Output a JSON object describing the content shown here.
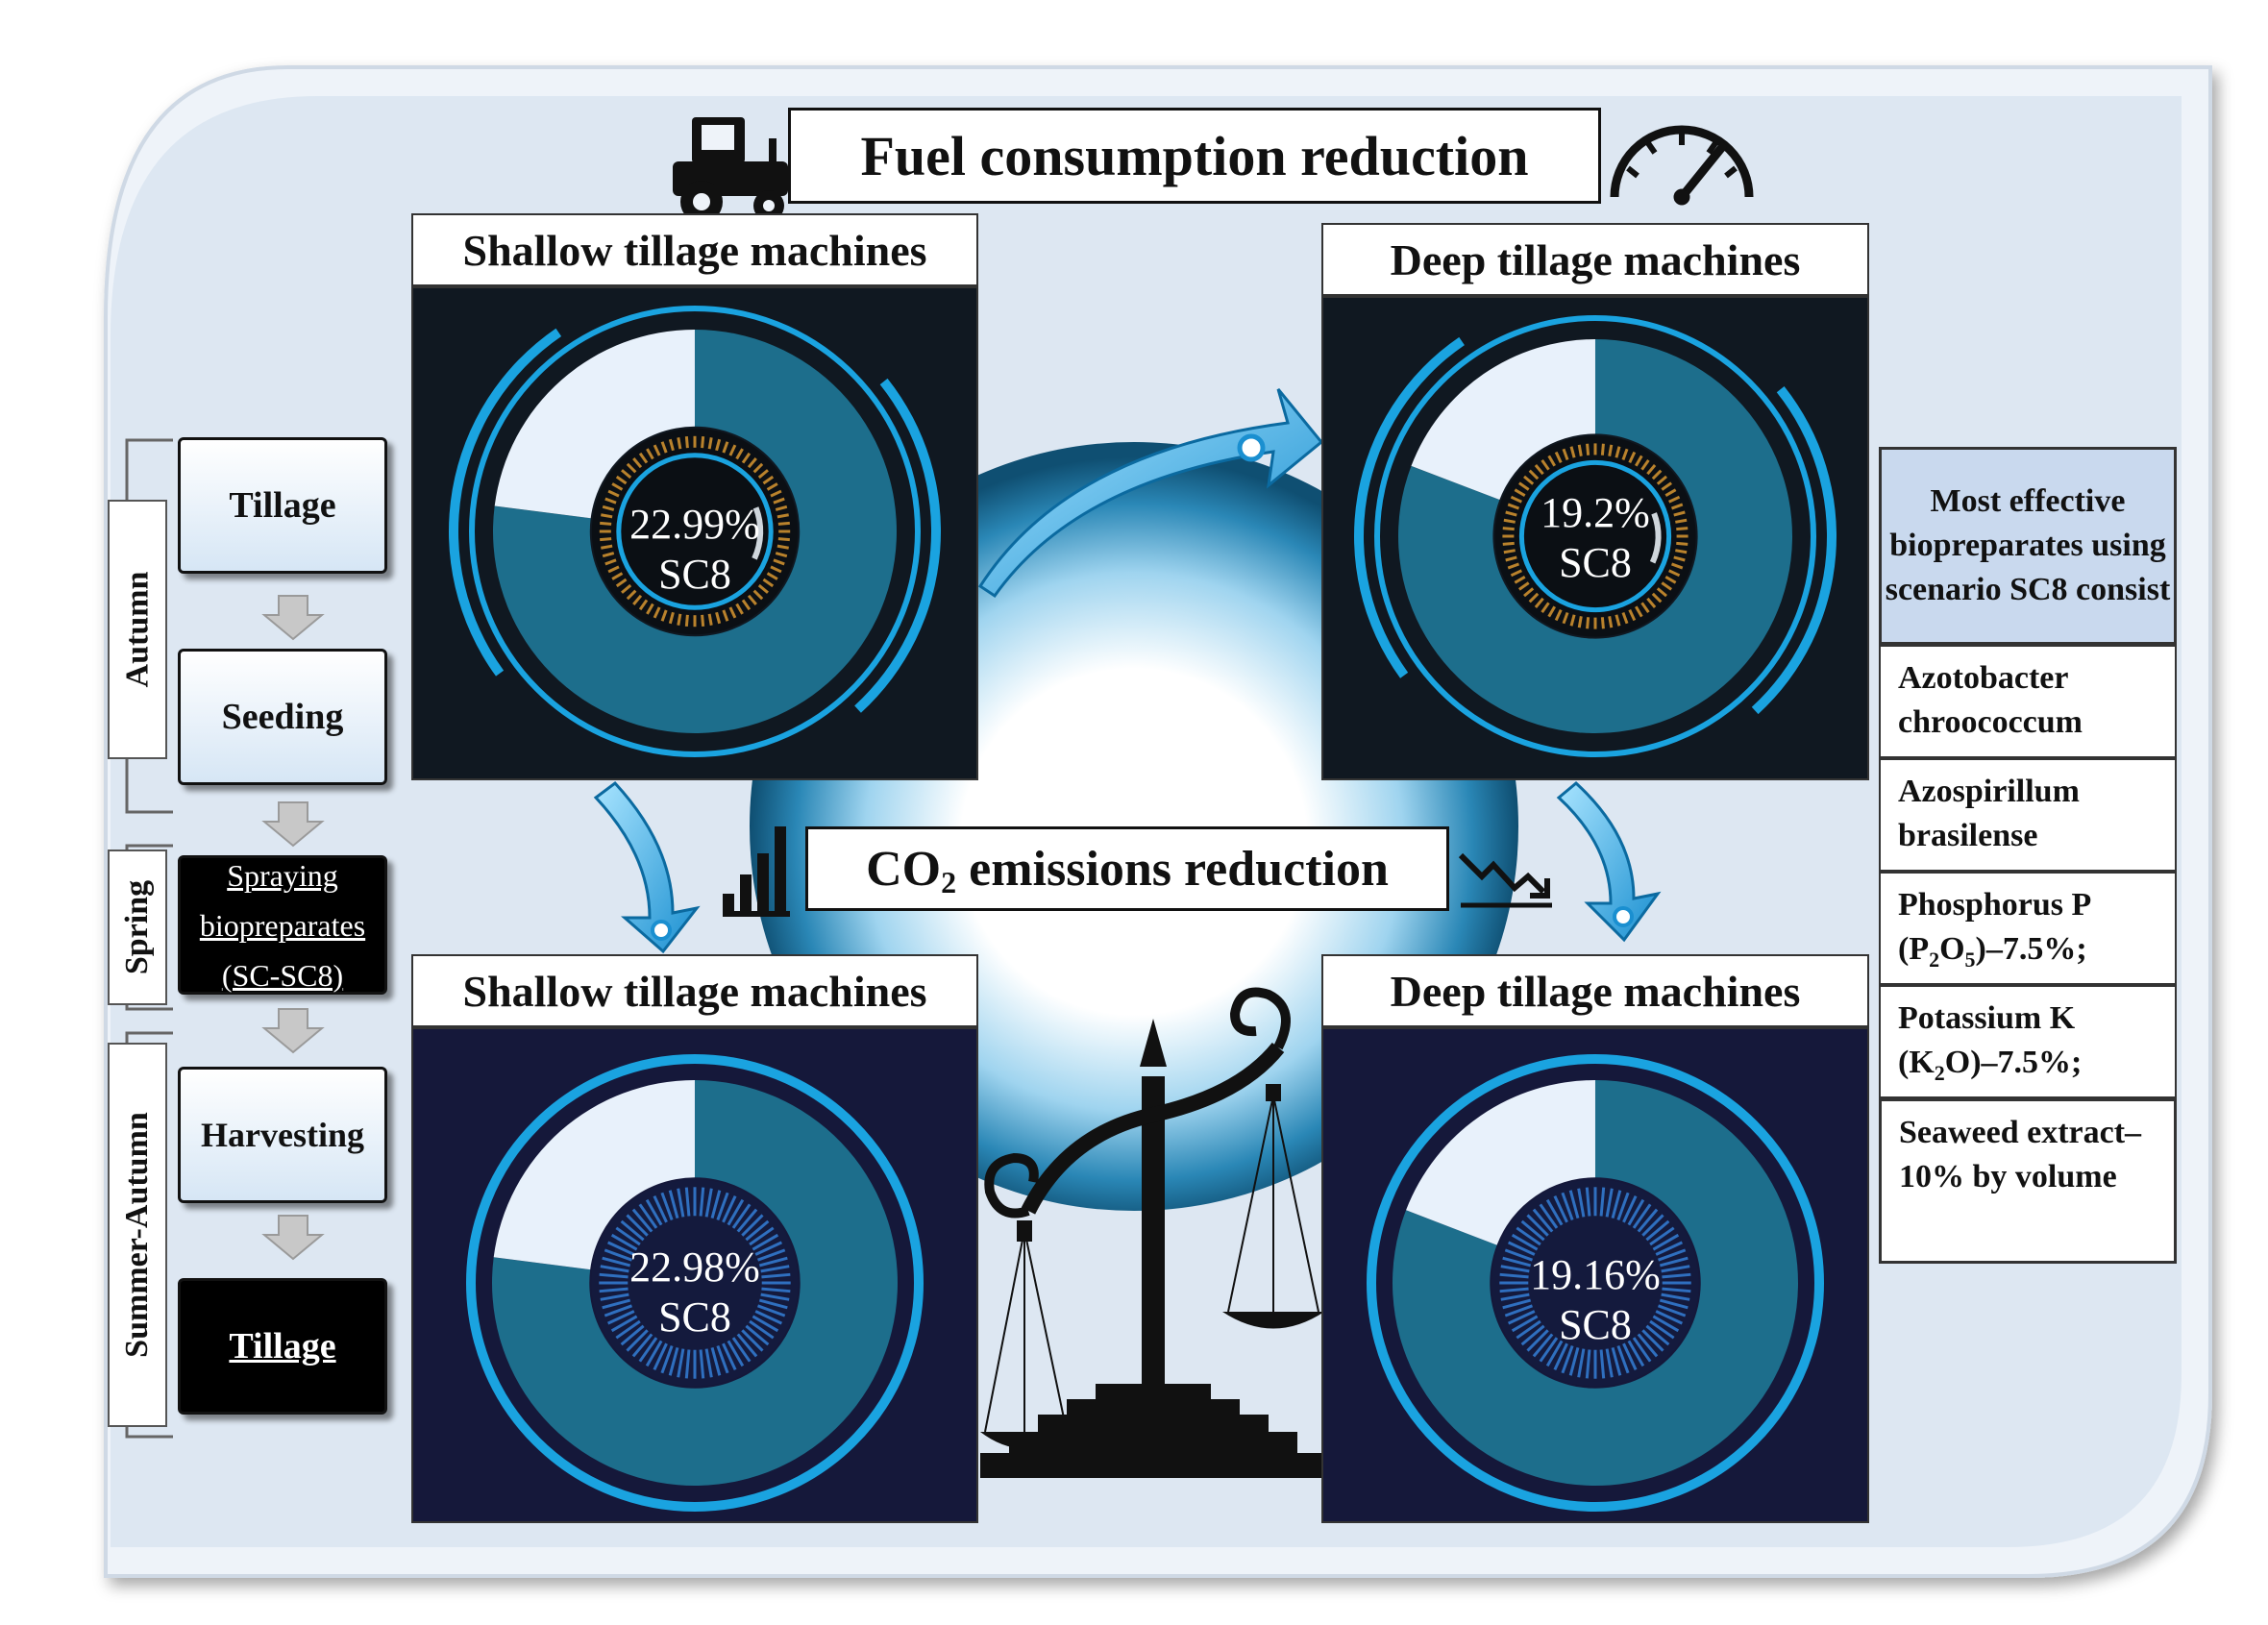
{
  "title": "Fuel consumption reduction",
  "co2": {
    "prefix": "CO",
    "sub": "2",
    "suffix": " emissions reduction"
  },
  "gauges": [
    {
      "heading": "Shallow tillage machines",
      "value_label": "22.99%",
      "scenario": "SC8",
      "percent": 22.99
    },
    {
      "heading": "Deep tillage machines",
      "value_label": "19.2%",
      "scenario": "SC8",
      "percent": 19.2
    },
    {
      "heading": "Shallow tillage machines",
      "value_label": "22.98%",
      "scenario": "SC8",
      "percent": 22.98
    },
    {
      "heading": "Deep tillage machines",
      "value_label": "19.16%",
      "scenario": "SC8",
      "percent": 19.16
    }
  ],
  "seasons": {
    "autumn": "Autumn",
    "spring": "Spring",
    "summer_autumn": "Summer-Autumn"
  },
  "steps": {
    "tillage1": "Tillage",
    "seeding": "Seeding",
    "spraying_line1": "Spraying",
    "spraying_line2": "biopreparates",
    "spraying_line3": "(SC-SC8)",
    "harvesting": "Harvesting",
    "tillage2": "Tillage"
  },
  "biopreparates": {
    "header": "Most effective biopreparates using scenario SC8 consist",
    "azotobacter": "Azotobacter chroococcum",
    "azospirillum": "Azospirillum brasilense",
    "phosphorus_line1": "Phosphorus P",
    "phosphorus_open": "(P",
    "phosphorus_sub1": "2",
    "phosphorus_o": "O",
    "phosphorus_sub2": "5",
    "phosphorus_tail": ")–7.5%;",
    "potassium_line1": "Potassium K",
    "potassium_open": "(K",
    "potassium_sub1": "2",
    "potassium_tail": "O)–7.5%;",
    "seaweed": "Seaweed extract–10% by volume"
  },
  "icons": [
    "tractor-icon",
    "speedometer-icon",
    "bar-chart-icon",
    "trend-down-icon",
    "balance-scale-icon"
  ],
  "colors": {
    "accent": "#1aa3e0",
    "gauge_fill": "#1d6e8c",
    "gauge_empty": "#e8f1fb",
    "background": "#dde7f2"
  }
}
